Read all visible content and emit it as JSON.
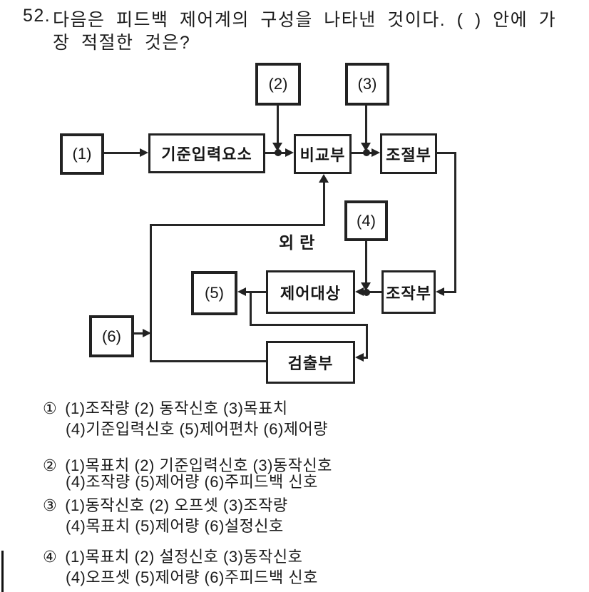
{
  "question": {
    "number": "52.",
    "line1": "다음은 피드백 제어계의 구성을 나타낸 것이다. ( ) 안에 가",
    "line2": "장 적절한 것은?"
  },
  "diagram": {
    "placeholders": {
      "p1": "(1)",
      "p2": "(2)",
      "p3": "(3)",
      "p4": "(4)",
      "p5": "(5)",
      "p6": "(6)"
    },
    "blocks": {
      "reference_input": "기준입력요소",
      "comparator": "비교부",
      "controller": "조절부",
      "plant": "제어대상",
      "actuator": "조작부",
      "detector": "검출부"
    },
    "labels": {
      "disturbance": "외란"
    }
  },
  "options": [
    {
      "marker": "①",
      "line1": "(1)조작량 (2) 동작신호 (3)목표치",
      "line2": "(4)기준입력신호 (5)제어편차 (6)제어량"
    },
    {
      "marker": "②",
      "line1": "(1)목표치 (2) 기준입력신호 (3)동작신호",
      "line2": "(4)조작량 (5)제어량 (6)주피드백 신호"
    },
    {
      "marker": "③",
      "line1": "(1)동작신호 (2) 오프셋 (3)조작량",
      "line2": "(4)목표치 (5)제어량 (6)설정신호"
    },
    {
      "marker": "④",
      "line1": "(1)목표치 (2) 설정신호 (3)동작신호",
      "line2": "(4)오프셋 (5)제어량 (6)주피드백 신호"
    }
  ],
  "colors": {
    "ink": "#1f1f1f",
    "paper": "#ffffff"
  }
}
